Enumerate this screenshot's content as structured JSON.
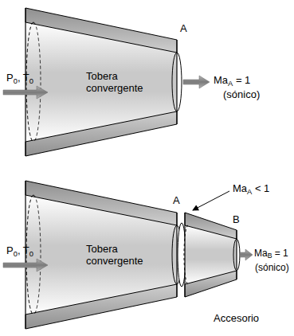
{
  "diagram": {
    "nodes": [
      {
        "text": [
          "Tobera convergente"
        ]
      },
      {
        "text": [
          "Tobera convergente"
        ]
      }
    ],
    "labels": [
      "P0, T0",
      "A",
      "MaA = 1",
      "(sónico)",
      "P0, T0",
      "A",
      "MaA < 1",
      "B",
      "MaB = 1",
      "(sónico)",
      "Accesorio"
    ]
  }
}
